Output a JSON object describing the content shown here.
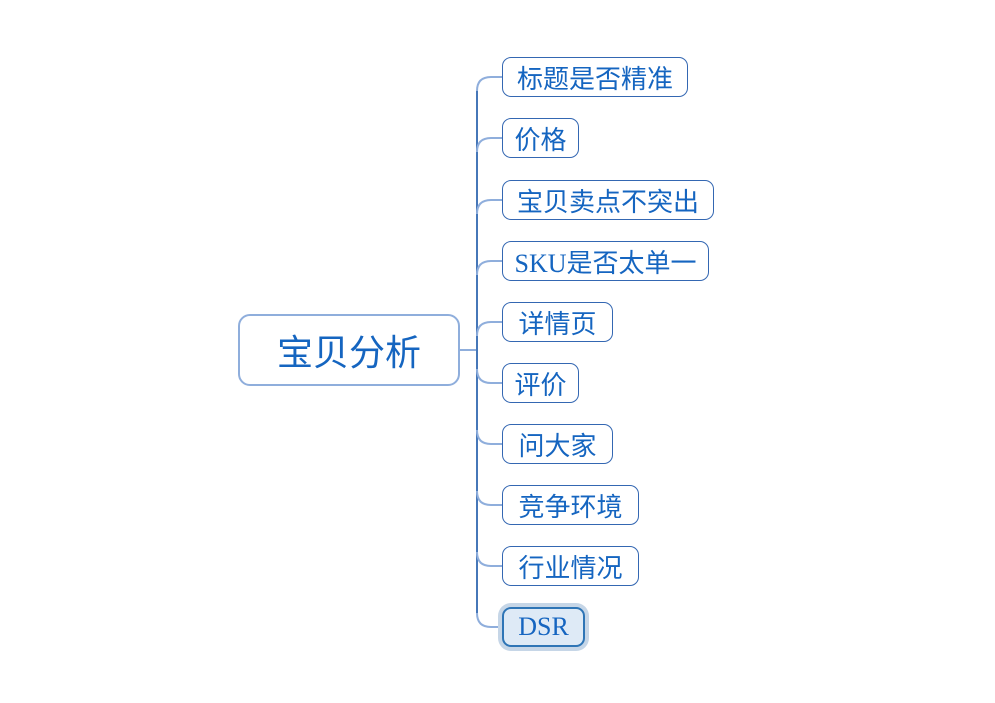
{
  "colors": {
    "background": "#ffffff",
    "node_text": "#1565C0",
    "root_border": "#8FAEDC",
    "child_border": "#3467B2",
    "connector_line": "#8FAEDC",
    "spine_line": "#4677B8",
    "selected_fill": "#DEEAF6",
    "selected_border": "#2E75B6",
    "selected_halo": "#C6D6E7"
  },
  "mindmap": {
    "root": {
      "label": "宝贝分析"
    },
    "children": [
      {
        "label": "标题是否精准",
        "selected": false
      },
      {
        "label": "价格",
        "selected": false
      },
      {
        "label": "宝贝卖点不突出",
        "selected": false
      },
      {
        "label": "SKU是否太单一",
        "selected": false
      },
      {
        "label": "详情页",
        "selected": false
      },
      {
        "label": "评价",
        "selected": false
      },
      {
        "label": "问大家",
        "selected": false
      },
      {
        "label": "竞争环境",
        "selected": false
      },
      {
        "label": "行业情况",
        "selected": false
      },
      {
        "label": "DSR",
        "selected": true
      }
    ]
  }
}
